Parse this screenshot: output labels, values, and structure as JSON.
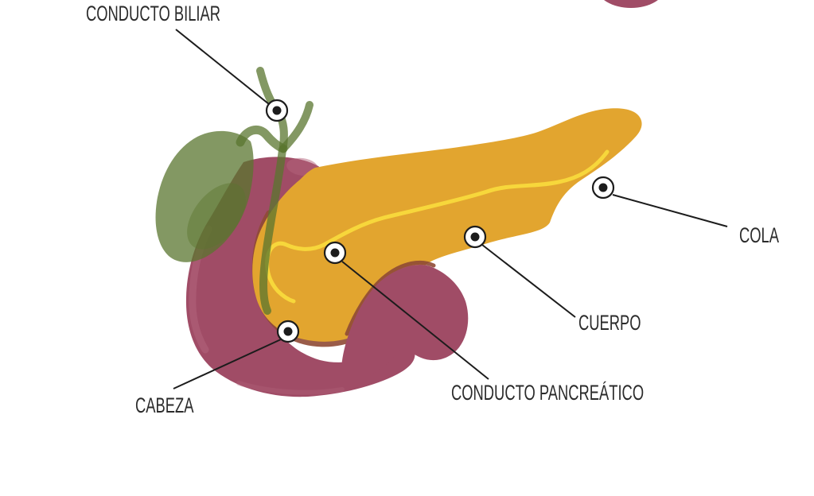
{
  "diagram": {
    "subject": "pancreas-anatomy",
    "labels": {
      "bile_duct": "CONDUCTO BILIAR",
      "tail": "COLA",
      "body": "CUERPO",
      "pancreatic_duct": "CONDUCTO PANCREÁTICO",
      "head": "CABEZA"
    },
    "palette": {
      "background": "#FFFFFF",
      "duodenum_maroon": "#A04C66",
      "duodenum_light": "#B3647B",
      "pancreas_orange": "#E2A52F",
      "pancreas_rim_brick": "#8F4A35",
      "duct_yellow": "#F7D73B",
      "gallbladder_green": "#5A752F",
      "label_text": "#2B2B2B",
      "leader_line": "#1C1C1C"
    }
  }
}
